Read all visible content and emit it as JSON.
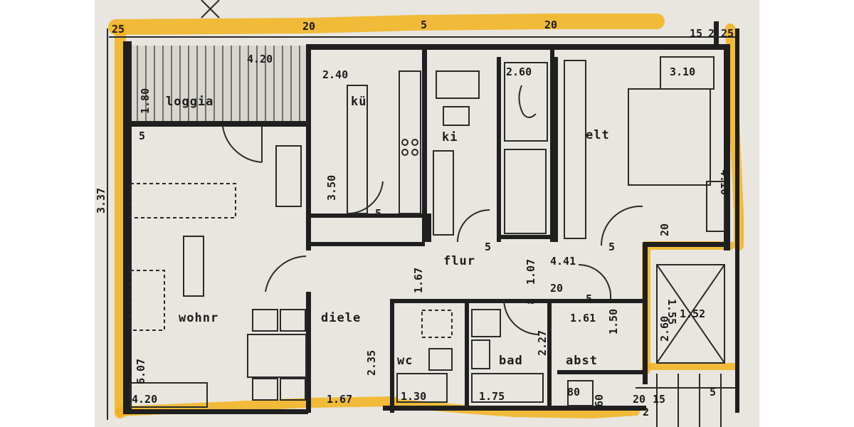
{
  "rooms": {
    "loggia": "loggia",
    "kitchen": "kü",
    "child": "ki",
    "parents": "elt",
    "living": "wohnr",
    "hall": "diele",
    "corridor": "flur",
    "wc": "wc",
    "bath": "bad",
    "storage": "abst"
  },
  "dimensions": {
    "top_25": "25",
    "top_20_left": "20",
    "top_5": "5",
    "top_20_right": "20",
    "top_15": "15",
    "top_2": "2",
    "top_25_right": "25",
    "loggia_width": "4.20",
    "loggia_depth": "1.80",
    "left_5": "5",
    "left_side": "3.37",
    "kitchen_width": "2.40",
    "kitchen_depth": "3.50",
    "kitchen_5": "5",
    "child_width": "2.60",
    "parents_width": "3.10",
    "parents_depth": "4.10",
    "child_5": "5",
    "parents_5": "5",
    "flur_167": "1.67",
    "flur_107": "1.07",
    "flur_8": "8",
    "flur_441": "4.41",
    "flur_20": "20",
    "abst_5": "5",
    "abst_width": "1.61",
    "abst_depth": "1.50",
    "stair_155": "1.55",
    "stair_152": "1.52",
    "stair_260": "2.60",
    "wc_depth": "2.35",
    "wc_width": "1.30",
    "bath_width": "1.75",
    "bath_depth": "2.27",
    "bottom_80": "80",
    "bottom_60": "60",
    "living_width": "4.20",
    "living_depth": "6.07",
    "diele_width": "1.67",
    "bottom_20": "20",
    "bottom_15": "15",
    "bottom_2": "2",
    "parents_20": "20",
    "bottom_5": "5"
  },
  "colors": {
    "paper": "#e8e6df",
    "ink": "#1f1f1f",
    "highlight": "#f2b21c"
  }
}
